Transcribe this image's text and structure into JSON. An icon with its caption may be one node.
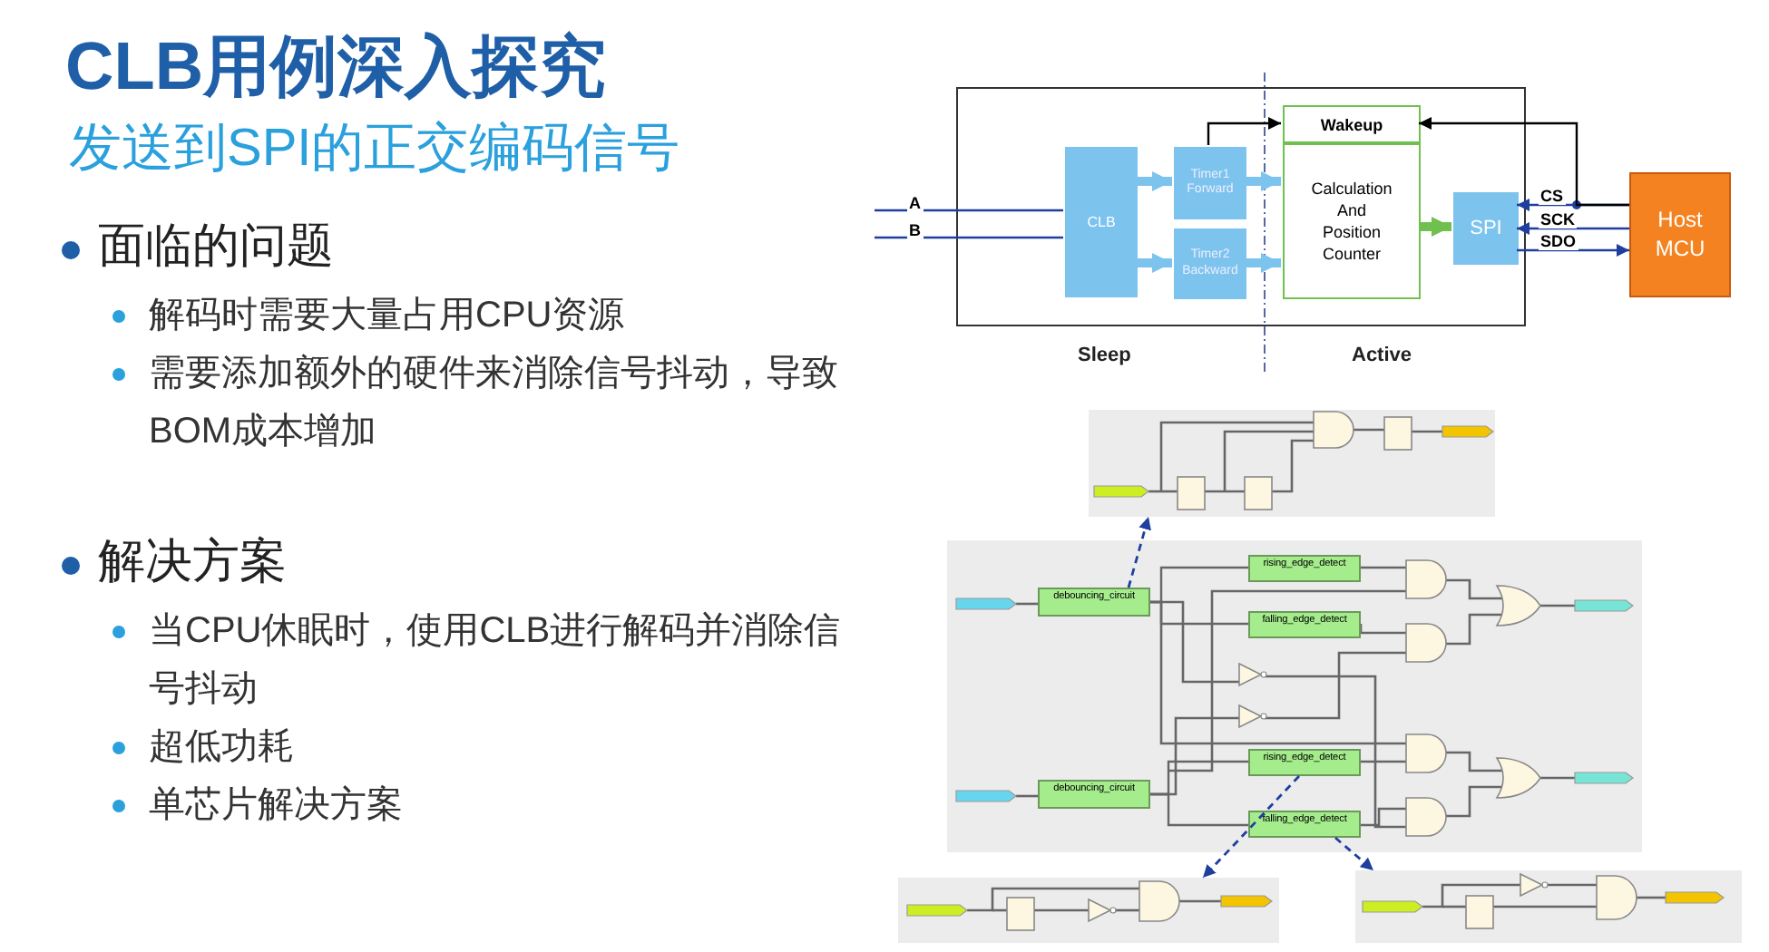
{
  "diagram": {
    "title": "CLB用例深入探究",
    "nodes": [
      {
        "text": [],
        "shape": "box"
      },
      {
        "text": [
          "CLB"
        ],
        "in": 0
      },
      {
        "text": [
          "Timer1 Forward"
        ],
        "in": 0
      },
      {
        "text": [
          "Timer2 Backward"
        ],
        "in": 0
      },
      {
        "text": [
          "Wakeup"
        ],
        "in": 0
      },
      {
        "text": [
          "Calculation And Position Counter"
        ],
        "in": 0
      },
      {
        "text": [
          "SPI"
        ],
        "in": 0
      },
      {
        "text": [
          "Host MCU"
        ]
      },
      {
        "text": [],
        "shape": "picture"
      },
      {
        "text": [],
        "shape": "picture"
      },
      {
        "text": [
          "rising_edge_detect"
        ],
        "in": 9
      },
      {
        "text": [
          "debouncing_circuit"
        ],
        "in": 9
      },
      {
        "text": [
          "falling_edge_detect"
        ],
        "in": 9
      },
      {
        "text": [
          "rising_edge_detect"
        ],
        "in": 9
      },
      {
        "text": [
          "debouncing_circuit"
        ],
        "in": 9
      },
      {
        "text": [
          "falling_edge_detect"
        ],
        "in": 9
      },
      {
        "text": [],
        "shape": "picture"
      },
      {
        "text": [],
        "shape": "picture"
      }
    ],
    "edges": [
      {
        "from": null,
        "to": 1,
        "arrow": "none",
        "label": "A"
      },
      {
        "from": null,
        "to": 1,
        "arrow": "none",
        "label": "B"
      },
      {
        "from": 1,
        "to": 2,
        "arrow": "to",
        "style": "thick",
        "color": "#7cc3ee"
      },
      {
        "from": 1,
        "to": 3,
        "arrow": "to",
        "style": "thick",
        "color": "#7cc3ee"
      },
      {
        "from": 2,
        "to": 5,
        "arrow": "to",
        "style": "thick",
        "color": "#7cc3ee"
      },
      {
        "from": 3,
        "to": 5,
        "arrow": "to",
        "style": "thick",
        "color": "#7cc3ee"
      },
      {
        "from": 2,
        "to": 4,
        "arrow": "to",
        "color": "#000000"
      },
      {
        "from": 5,
        "to": 6,
        "arrow": "to",
        "style": "thick",
        "color": "#70c050"
      },
      {
        "from": 7,
        "to": 6,
        "arrow": "to",
        "label": "CS"
      },
      {
        "from": 7,
        "to": 6,
        "arrow": "to",
        "label": "SCK"
      },
      {
        "from": 6,
        "to": 7,
        "arrow": "to",
        "label": "SDO"
      },
      {
        "from": 7,
        "to": 4,
        "arrow": "to",
        "color": "#000000"
      },
      {
        "from": 11,
        "to": 8,
        "arrow": "to",
        "style": "dashed"
      },
      {
        "from": 13,
        "to": 16,
        "arrow": "to",
        "style": "dashed"
      },
      {
        "from": 15,
        "to": 17,
        "arrow": "to",
        "style": "dashed"
      },
      {
        "from": 11,
        "to": 10,
        "arrow": "none",
        "color": "#666666"
      },
      {
        "from": 11,
        "to": 12,
        "arrow": "none",
        "color": "#666666"
      },
      {
        "from": 14,
        "to": 13,
        "arrow": "none",
        "color": "#666666"
      },
      {
        "from": 14,
        "to": 15,
        "arrow": "none",
        "color": "#666666"
      }
    ],
    "labels": [
      "发送到SPI的正交编码信号",
      "面临的问题",
      "解码时需要大量占用CPU资源",
      "需要添加额外的硬件来消除信号抖动，导致BOM成本增加",
      "解决方案",
      "当CPU休眠时，使用CLB进行解码并消除信号抖动",
      "超低功耗",
      "单芯片解决方案",
      "Sleep",
      "Active"
    ]
  }
}
